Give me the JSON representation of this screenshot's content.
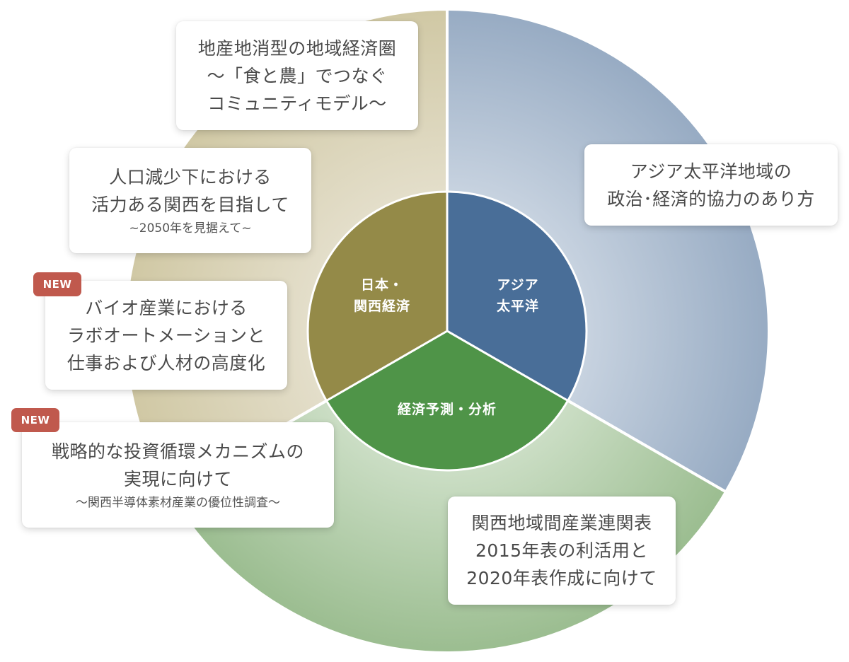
{
  "diagram": {
    "colors": {
      "japan_inner": "#948a48",
      "asia_inner": "#496e98",
      "econ_inner": "#4f9448",
      "japan_outer_light": "#ede9dd",
      "japan_outer_dark": "#d0c8a4",
      "asia_outer_light": "#dfe6ee",
      "asia_outer_dark": "#97abc3",
      "econ_outer_light": "#e3eedf",
      "econ_outer_dark": "#9bbd90",
      "badge": "#c0594d"
    },
    "hubs": {
      "japan": {
        "line1": "日本・",
        "line2": "関西経済"
      },
      "asia": {
        "line1": "アジア",
        "line2": "太平洋"
      },
      "econ": {
        "line1": "経済予測・分析"
      }
    },
    "cards": {
      "chisan": {
        "line1": "地産地消型の地域経済圏",
        "line2": "〜「食と農」でつなぐ",
        "line3": "コミュニティモデル〜"
      },
      "jinko": {
        "line1": "人口減少下における",
        "line2": "活力ある関西を目指して",
        "sub": "~2050年を見据えて~"
      },
      "bio": {
        "badge": "NEW",
        "line1": "バイオ産業における",
        "line2": "ラボオートメーションと",
        "line3": "仕事および人材の高度化"
      },
      "senryaku": {
        "badge": "NEW",
        "line1": "戦略的な投資循環メカニズムの",
        "line2": "実現に向けて",
        "sub": "〜関西半導体素材産業の優位性調査〜"
      },
      "asia": {
        "line1": "アジア太平洋地域の",
        "line2": "政治･経済的協力のあり方"
      },
      "kansai": {
        "line1": "関西地域間産業連関表",
        "line2": "2015年表の利活用と",
        "line3": "2020年表作成に向けて"
      }
    }
  }
}
